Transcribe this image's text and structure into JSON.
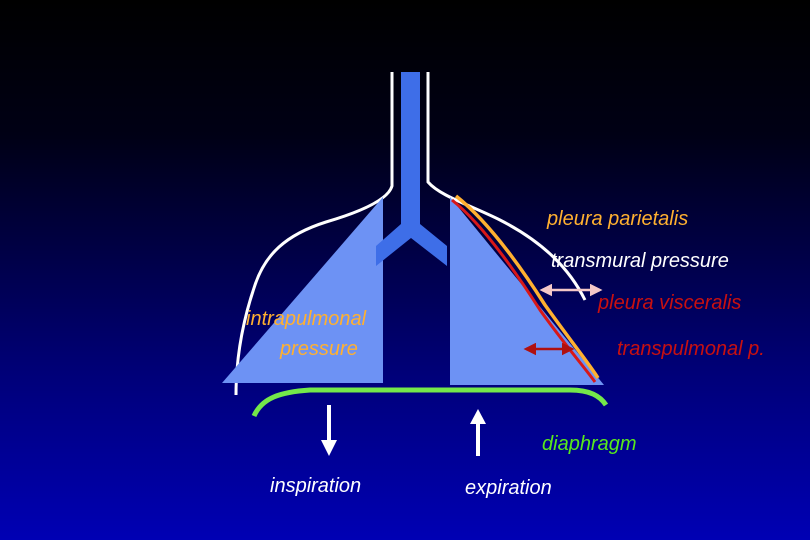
{
  "labels": {
    "pleura_parietalis": "pleura parietalis",
    "transmural_pressure": "transmural pressure",
    "pleura_visceralis": "pleura visceralis",
    "transpulmonal": "transpulmonal p.",
    "intrapulmonal_line1": "intrapulmonal",
    "intrapulmonal_line2": "pressure",
    "diaphragm": "diaphragm",
    "inspiration": "inspiration",
    "expiration": "expiration"
  },
  "colors": {
    "lung": "#6d92f4",
    "airway": "#3e6ee8",
    "pleura_parietalis": "#ffb030",
    "pleura_visceralis": "#d81818",
    "diaphragm": "#74e84a",
    "chest_wall": "#ffffff",
    "transmural_arrow": "#f4c8c8",
    "transpulmonal_arrow": "#b01010"
  }
}
